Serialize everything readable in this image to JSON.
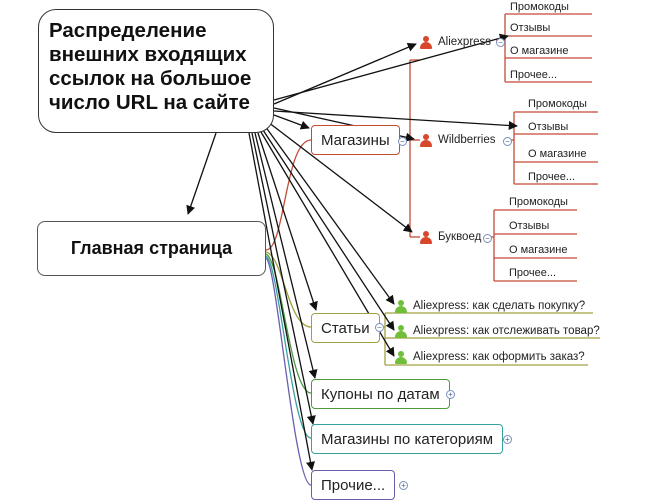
{
  "central_topic": "Распределение внешних входящих ссылок на большое число URL на сайте",
  "main_page": "Главная страница",
  "shops": {
    "label": "Магазины",
    "items": [
      {
        "label": "Aliexpress",
        "children": [
          "Промокоды",
          "Отзывы",
          "О магазине",
          "Прочее..."
        ]
      },
      {
        "label": "Wildberries",
        "children": [
          "Промокоды",
          "Отзывы",
          "О магазине",
          "Прочее..."
        ]
      },
      {
        "label": "Буквоед",
        "children": [
          "Промокоды",
          "Отзывы",
          "О магазине",
          "Прочее..."
        ]
      }
    ]
  },
  "articles": {
    "label": "Статьи",
    "items": [
      "Aliexpress: как сделать покупку?",
      "Aliexpress: как отслеживать товар?",
      "Aliexpress: как оформить заказ?"
    ]
  },
  "coupons": {
    "label": "Купоны по датам"
  },
  "categories": {
    "label": "Магазины по категориям"
  },
  "other": {
    "label": "Прочие..."
  },
  "colors": {
    "shops": "#c44b35",
    "articles": "#a0a040",
    "coupons": "#4d9a3f",
    "categories": "#36a3a0",
    "other": "#6a5db0",
    "arrows": "#111111",
    "shop_icon": "#d9472b",
    "article_icon": "#6fbf3a"
  }
}
